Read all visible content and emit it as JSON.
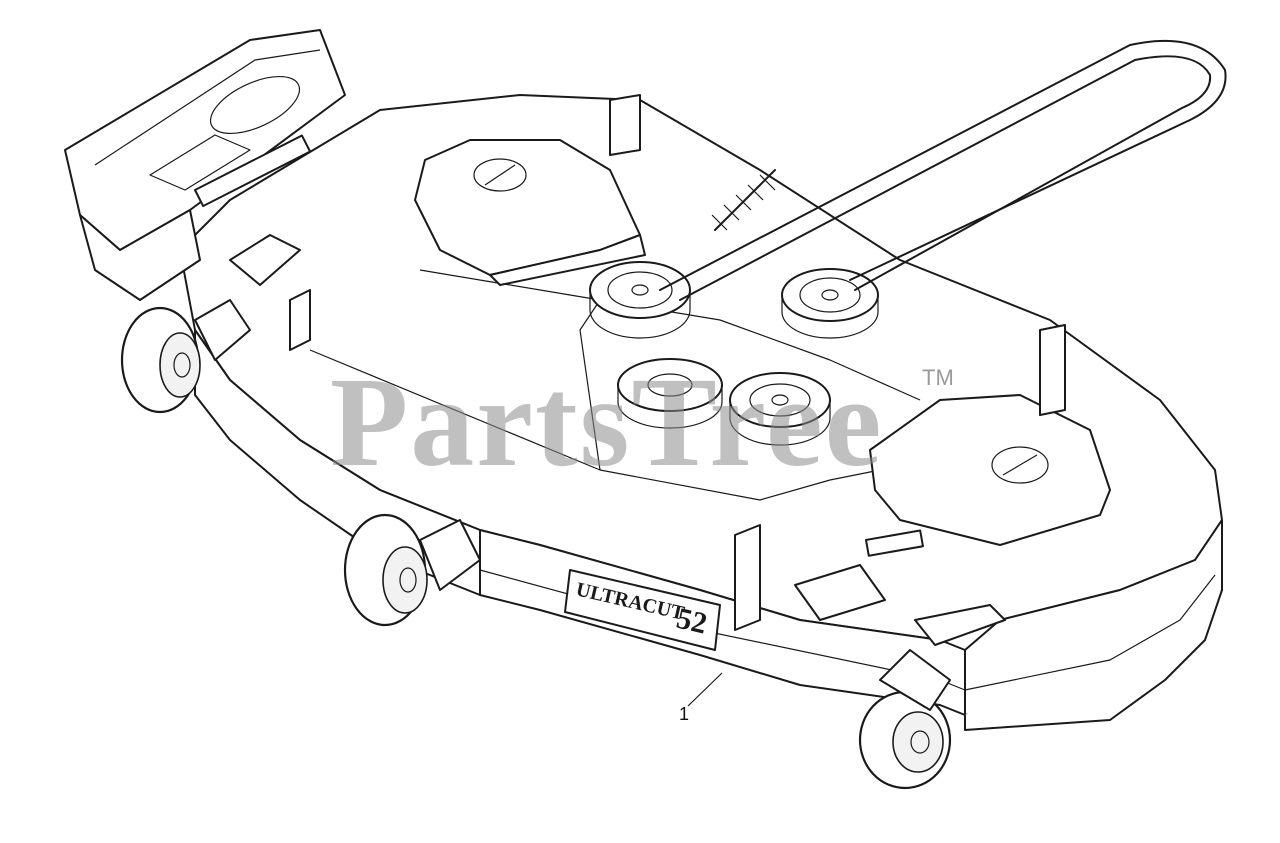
{
  "diagram": {
    "part_callout": "1",
    "watermark": {
      "brand": "PartsTree",
      "trademark": "TM"
    },
    "deck_decal": {
      "model": "ULTRACUT",
      "size": "52"
    }
  },
  "colors": {
    "line": "#1a1a1a",
    "background": "#ffffff",
    "watermark": "#8c8c8c"
  }
}
